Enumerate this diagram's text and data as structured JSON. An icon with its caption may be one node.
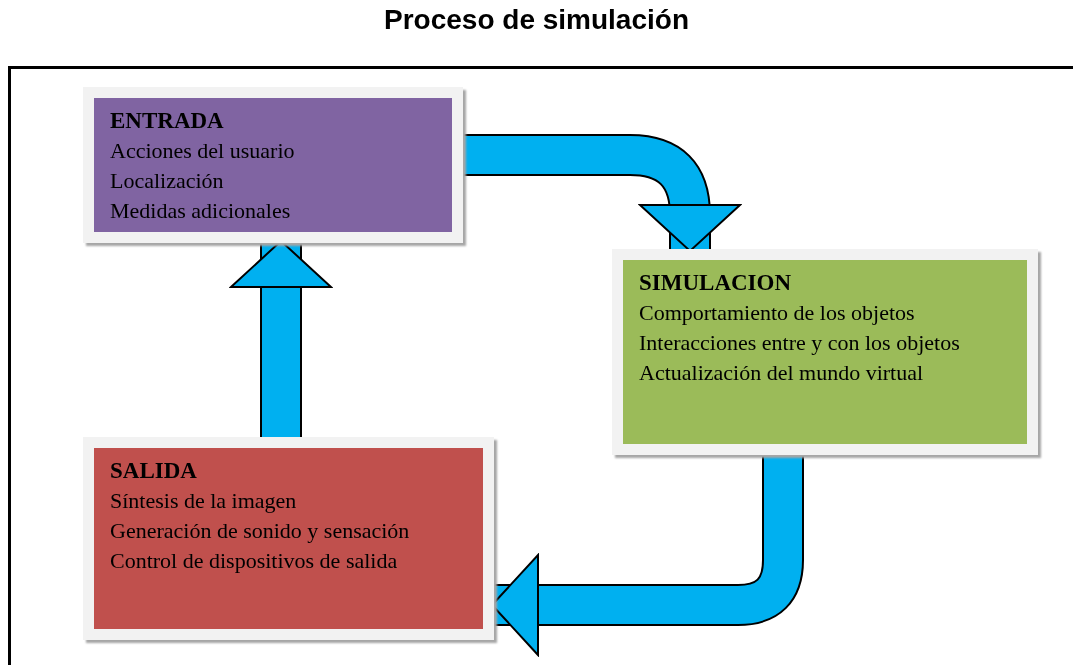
{
  "diagram": {
    "title": "Proceso de simulación",
    "nodes": [
      {
        "text": [
          "ENTRADA",
          "Acciones del usuario",
          "Localización",
          "Medidas adicionales"
        ]
      },
      {
        "text": [
          "SIMULACION",
          "Comportamiento de los objetos",
          "Interacciones entre y con los objetos",
          "Actualización del mundo virtual"
        ]
      },
      {
        "text": [
          "SALIDA",
          "Síntesis de la imagen",
          "Generación de sonido y sensación",
          "Control de dispositivos de salida"
        ]
      }
    ],
    "edges": [
      {
        "from": 0,
        "to": 1,
        "arrow": "to"
      },
      {
        "from": 1,
        "to": 2,
        "arrow": "to"
      },
      {
        "from": 2,
        "to": 0,
        "arrow": "to"
      }
    ]
  }
}
